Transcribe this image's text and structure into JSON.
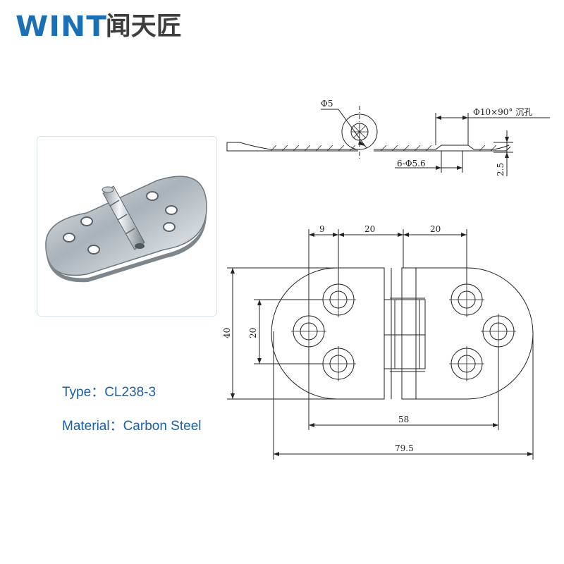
{
  "brand": {
    "name_en": "WINT",
    "name_cn": "闻天匠"
  },
  "specs": {
    "type_label": "Type：CL238-3",
    "material_label": "Material：Carbon Steel"
  },
  "drawing": {
    "dim_hole_dia": "Φ5",
    "dim_countersink": "Φ10×90° 沉孔",
    "dim_holes": "6-Φ5.6",
    "dim_thickness": "2.5",
    "dim_9": "9",
    "dim_20_a": "20",
    "dim_20_b": "20",
    "dim_height": "40",
    "dim_inner": "20",
    "dim_58": "58",
    "dim_total": "79.5"
  },
  "colors": {
    "brand_blue": "#1a6fb5",
    "spec_blue": "#1a5fa8",
    "line": "#222222"
  }
}
